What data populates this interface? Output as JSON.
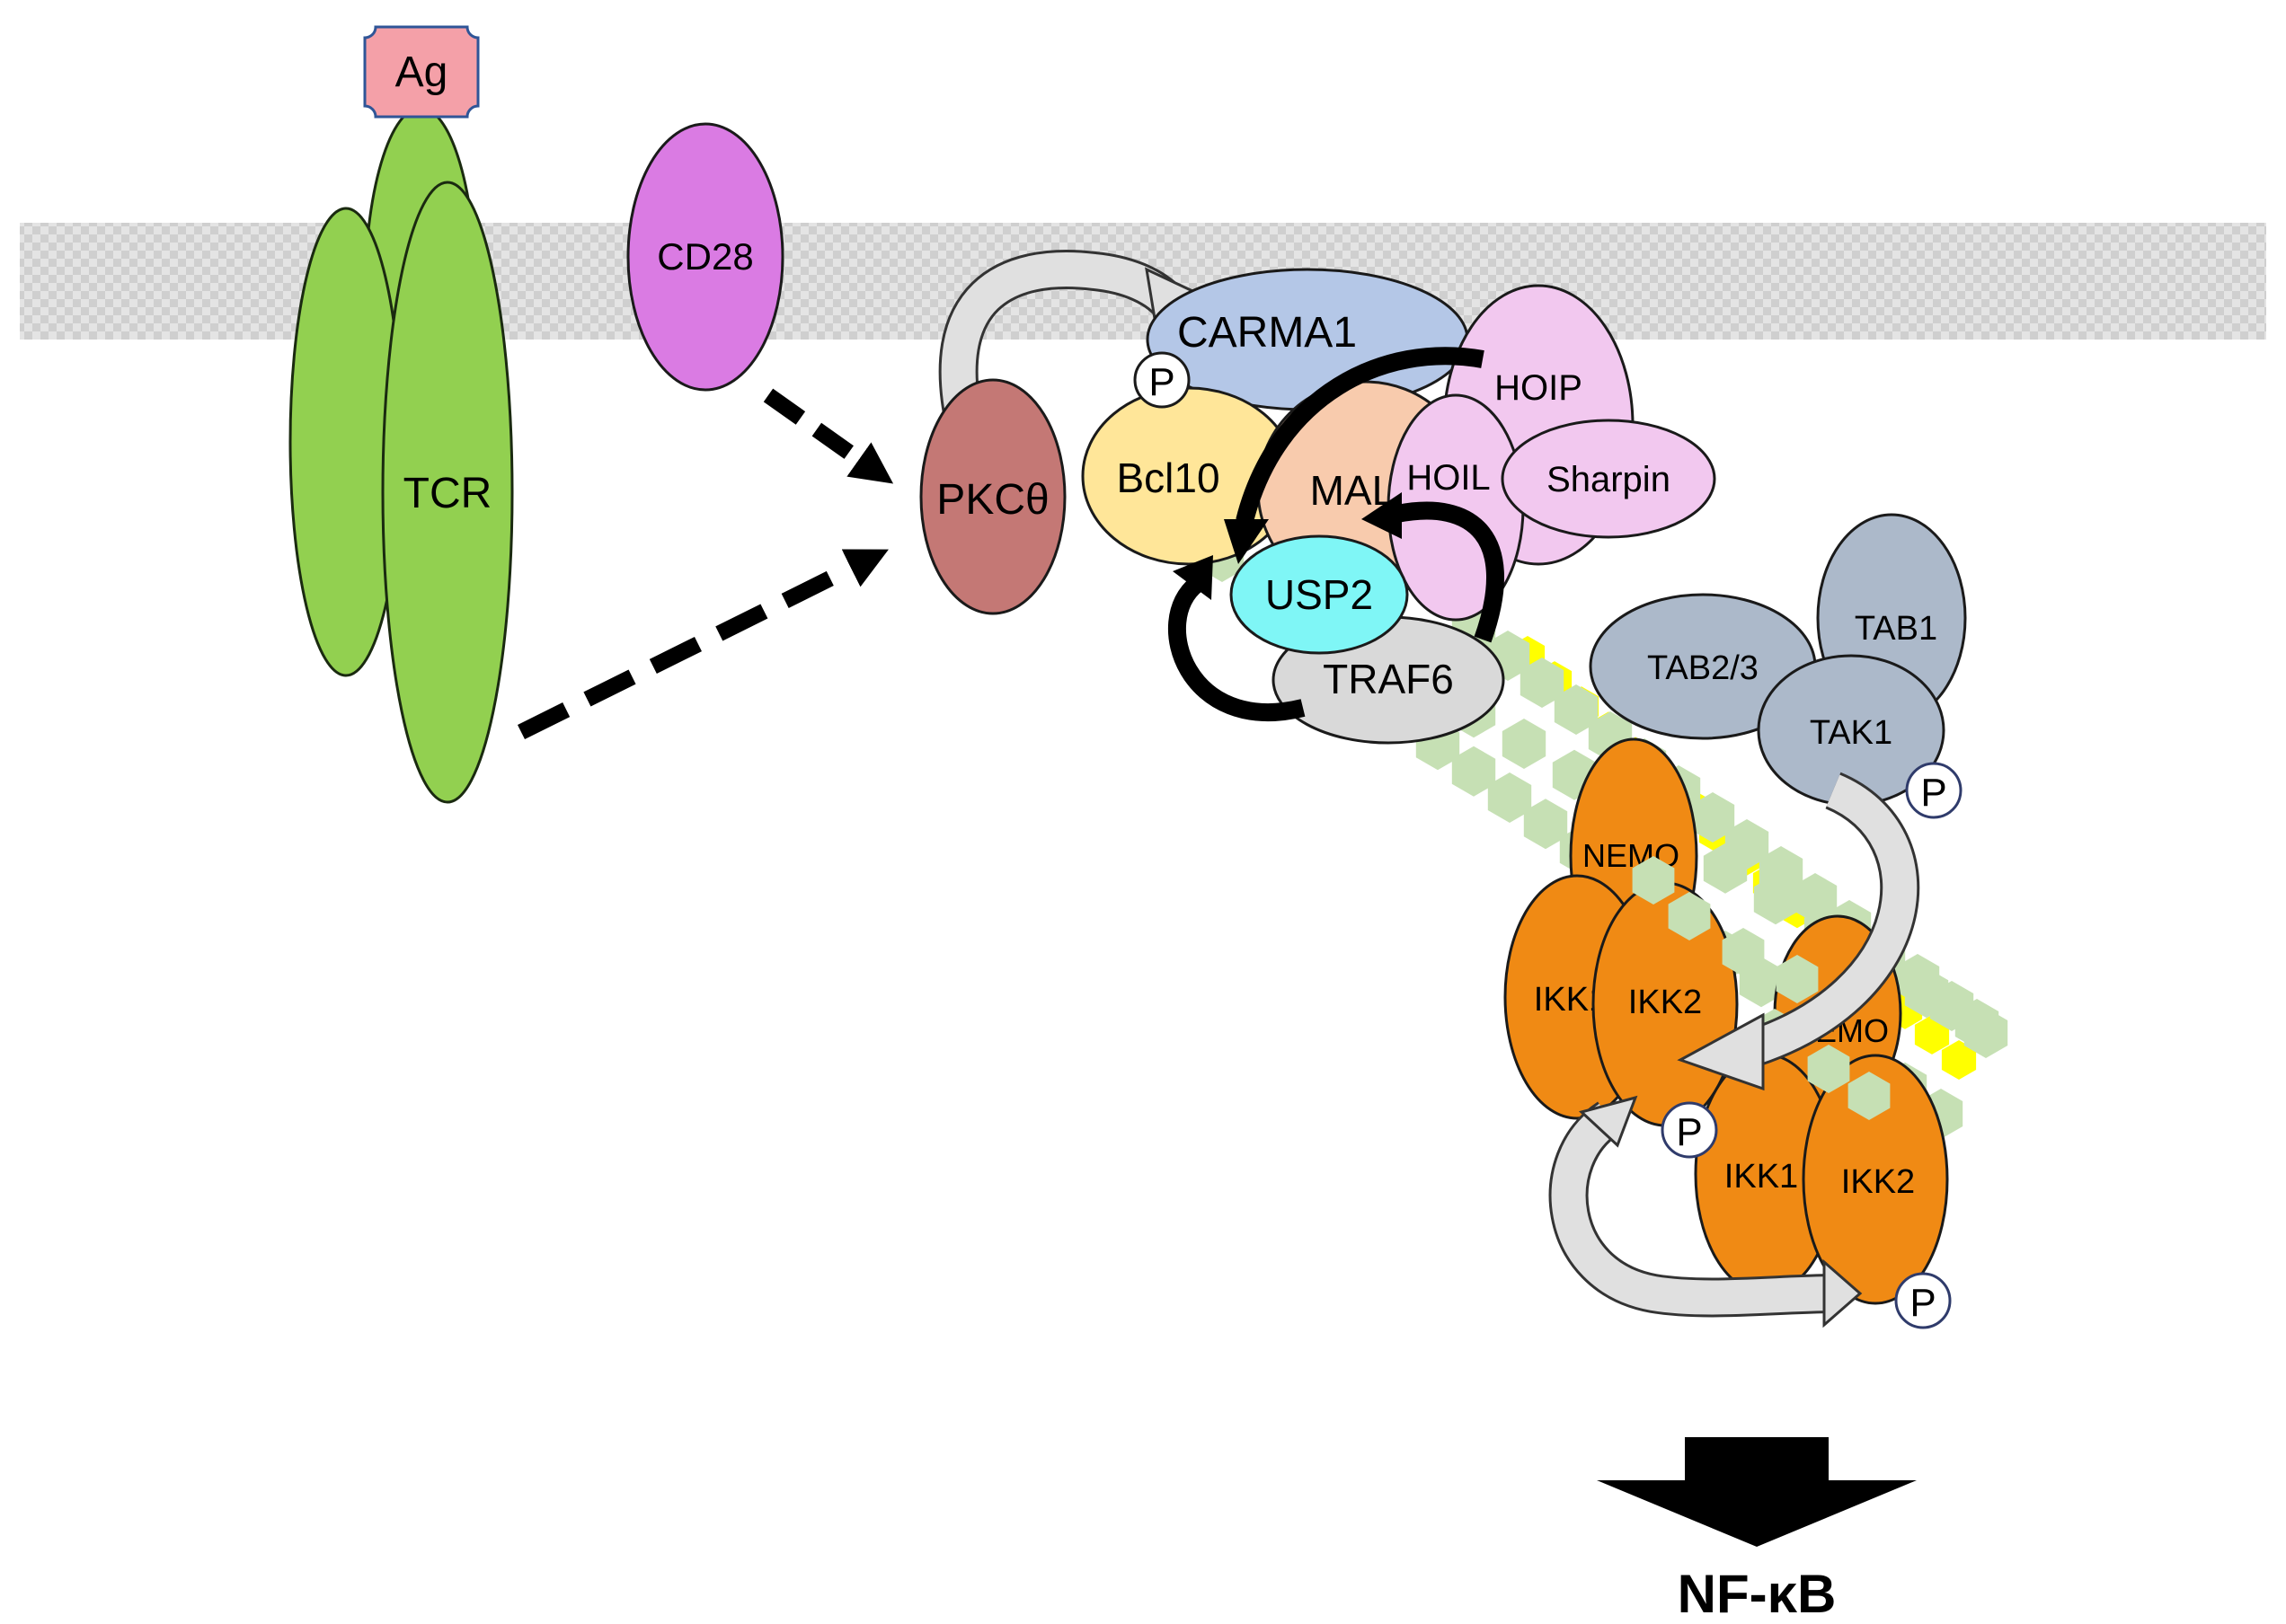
{
  "labels": {
    "ag": "Ag",
    "tcr": "TCR",
    "cd28": "CD28",
    "pkc": "PKCθ",
    "carma1": "CARMA1",
    "bcl10": "Bcl10",
    "malt1": "MALT1",
    "hoip": "HOIP",
    "hoil": "HOIL",
    "sharpin": "Sharpin",
    "usp2": "USP2",
    "traf6": "TRAF6",
    "tab23": "TAB2/3",
    "tab1": "TAB1",
    "tak1": "TAK1",
    "nemo": "NEMO",
    "ikk1": "IKK1",
    "ikk2": "IKK2",
    "phospho": "P",
    "output": "NF-κB"
  },
  "colors": {
    "tcr": "#92d050",
    "antigen": "#f4a0a8",
    "cd28": "#da7be3",
    "pkc": "#c47875",
    "carma1": "#b4c7e7",
    "bcl10": "#ffe699",
    "malt1": "#f8cbad",
    "lubac": "#f2c8ef",
    "usp2": "#7ff6f6",
    "traf6": "#d9d9d9",
    "tab_tak": "#acb9ca",
    "ikk": "#f08a14",
    "ubiquitin_chain": "#c6e0b4",
    "linear_chain": "#ffff00",
    "membrane": "#d3d3d3",
    "curved_arrow": "#e0e0e0"
  }
}
